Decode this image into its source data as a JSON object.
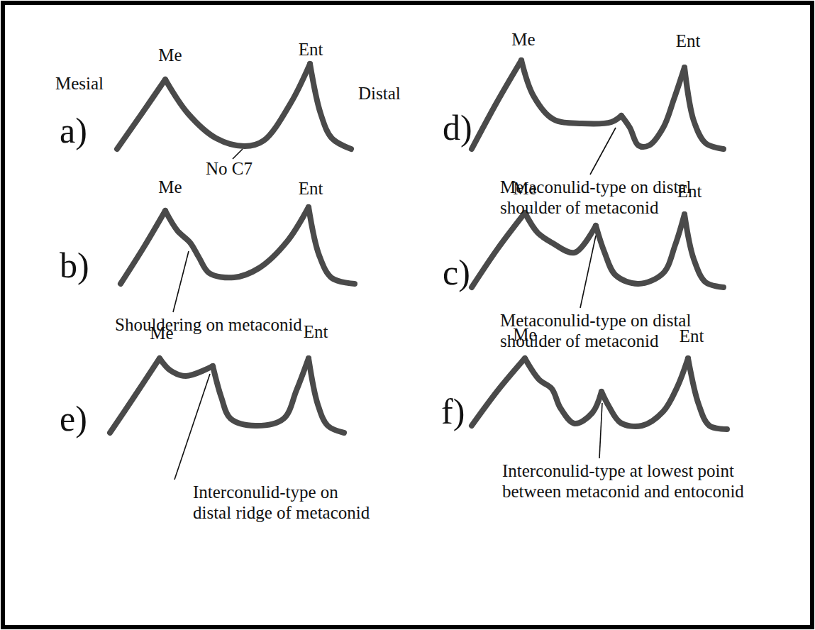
{
  "diagram": {
    "labels": [
      "Me",
      "Ent",
      "Mesial",
      "Distal",
      "a)",
      "No C7",
      "Me",
      "Ent",
      "d)",
      "Metaconulid-type on distal shoulder of metaconid",
      "Me",
      "Ent",
      "b)",
      "Shouldering on metaconid",
      "Me",
      "Ent",
      "e)",
      "Interconulid-type on distal ridge of metaconid",
      "Me",
      "Ent",
      "c)",
      "Metaconulid-type on distal shoulder of metaconid",
      "Me",
      "Ent",
      "f)",
      "Interconulid-type at lowest point between metaconid and entoconid"
    ]
  }
}
